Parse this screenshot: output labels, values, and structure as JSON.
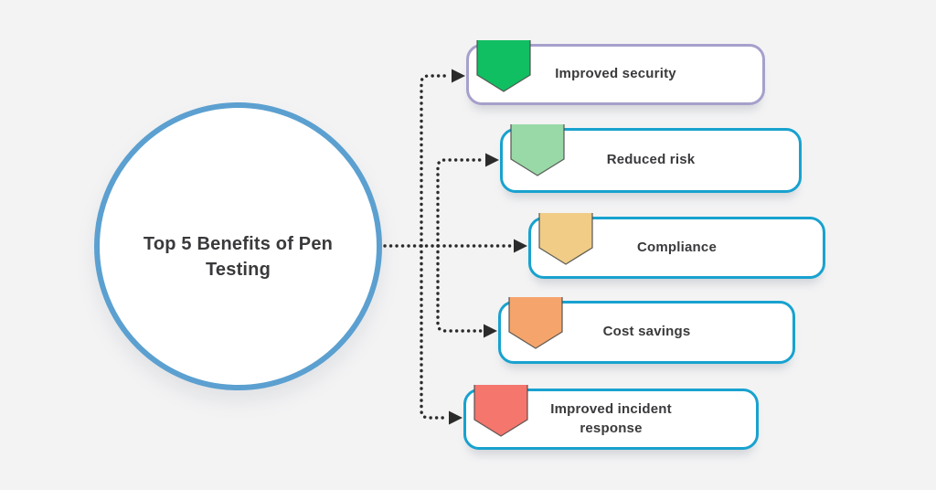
{
  "canvas": {
    "background_color": "#f3f3f4"
  },
  "center_node": {
    "title": "Top 5 Benefits of Pen Testing",
    "border_color": "#5ba0d0",
    "fill_color": "#ffffff",
    "text_color": "#3a393c"
  },
  "benefits": [
    {
      "label": "Improved security",
      "border_color": "#a5a0cb",
      "icon": "ribbon-icon",
      "icon_color": "#11bf63"
    },
    {
      "label": "Reduced risk",
      "border_color": "#18a2cf",
      "icon": "ribbon-icon",
      "icon_color": "#99d9a7"
    },
    {
      "label": "Compliance",
      "border_color": "#18a2cf",
      "icon": "ribbon-icon",
      "icon_color": "#f0cc87"
    },
    {
      "label": "Cost savings",
      "border_color": "#18a2cf",
      "icon": "ribbon-icon",
      "icon_color": "#f5a56c"
    },
    {
      "label": "Improved incident response",
      "border_color": "#18a2cf",
      "icon": "ribbon-icon",
      "icon_color": "#f4766d"
    }
  ],
  "connectors": {
    "color": "#2b2b2b",
    "line_style": "dotted",
    "arrow_direction": "right"
  }
}
